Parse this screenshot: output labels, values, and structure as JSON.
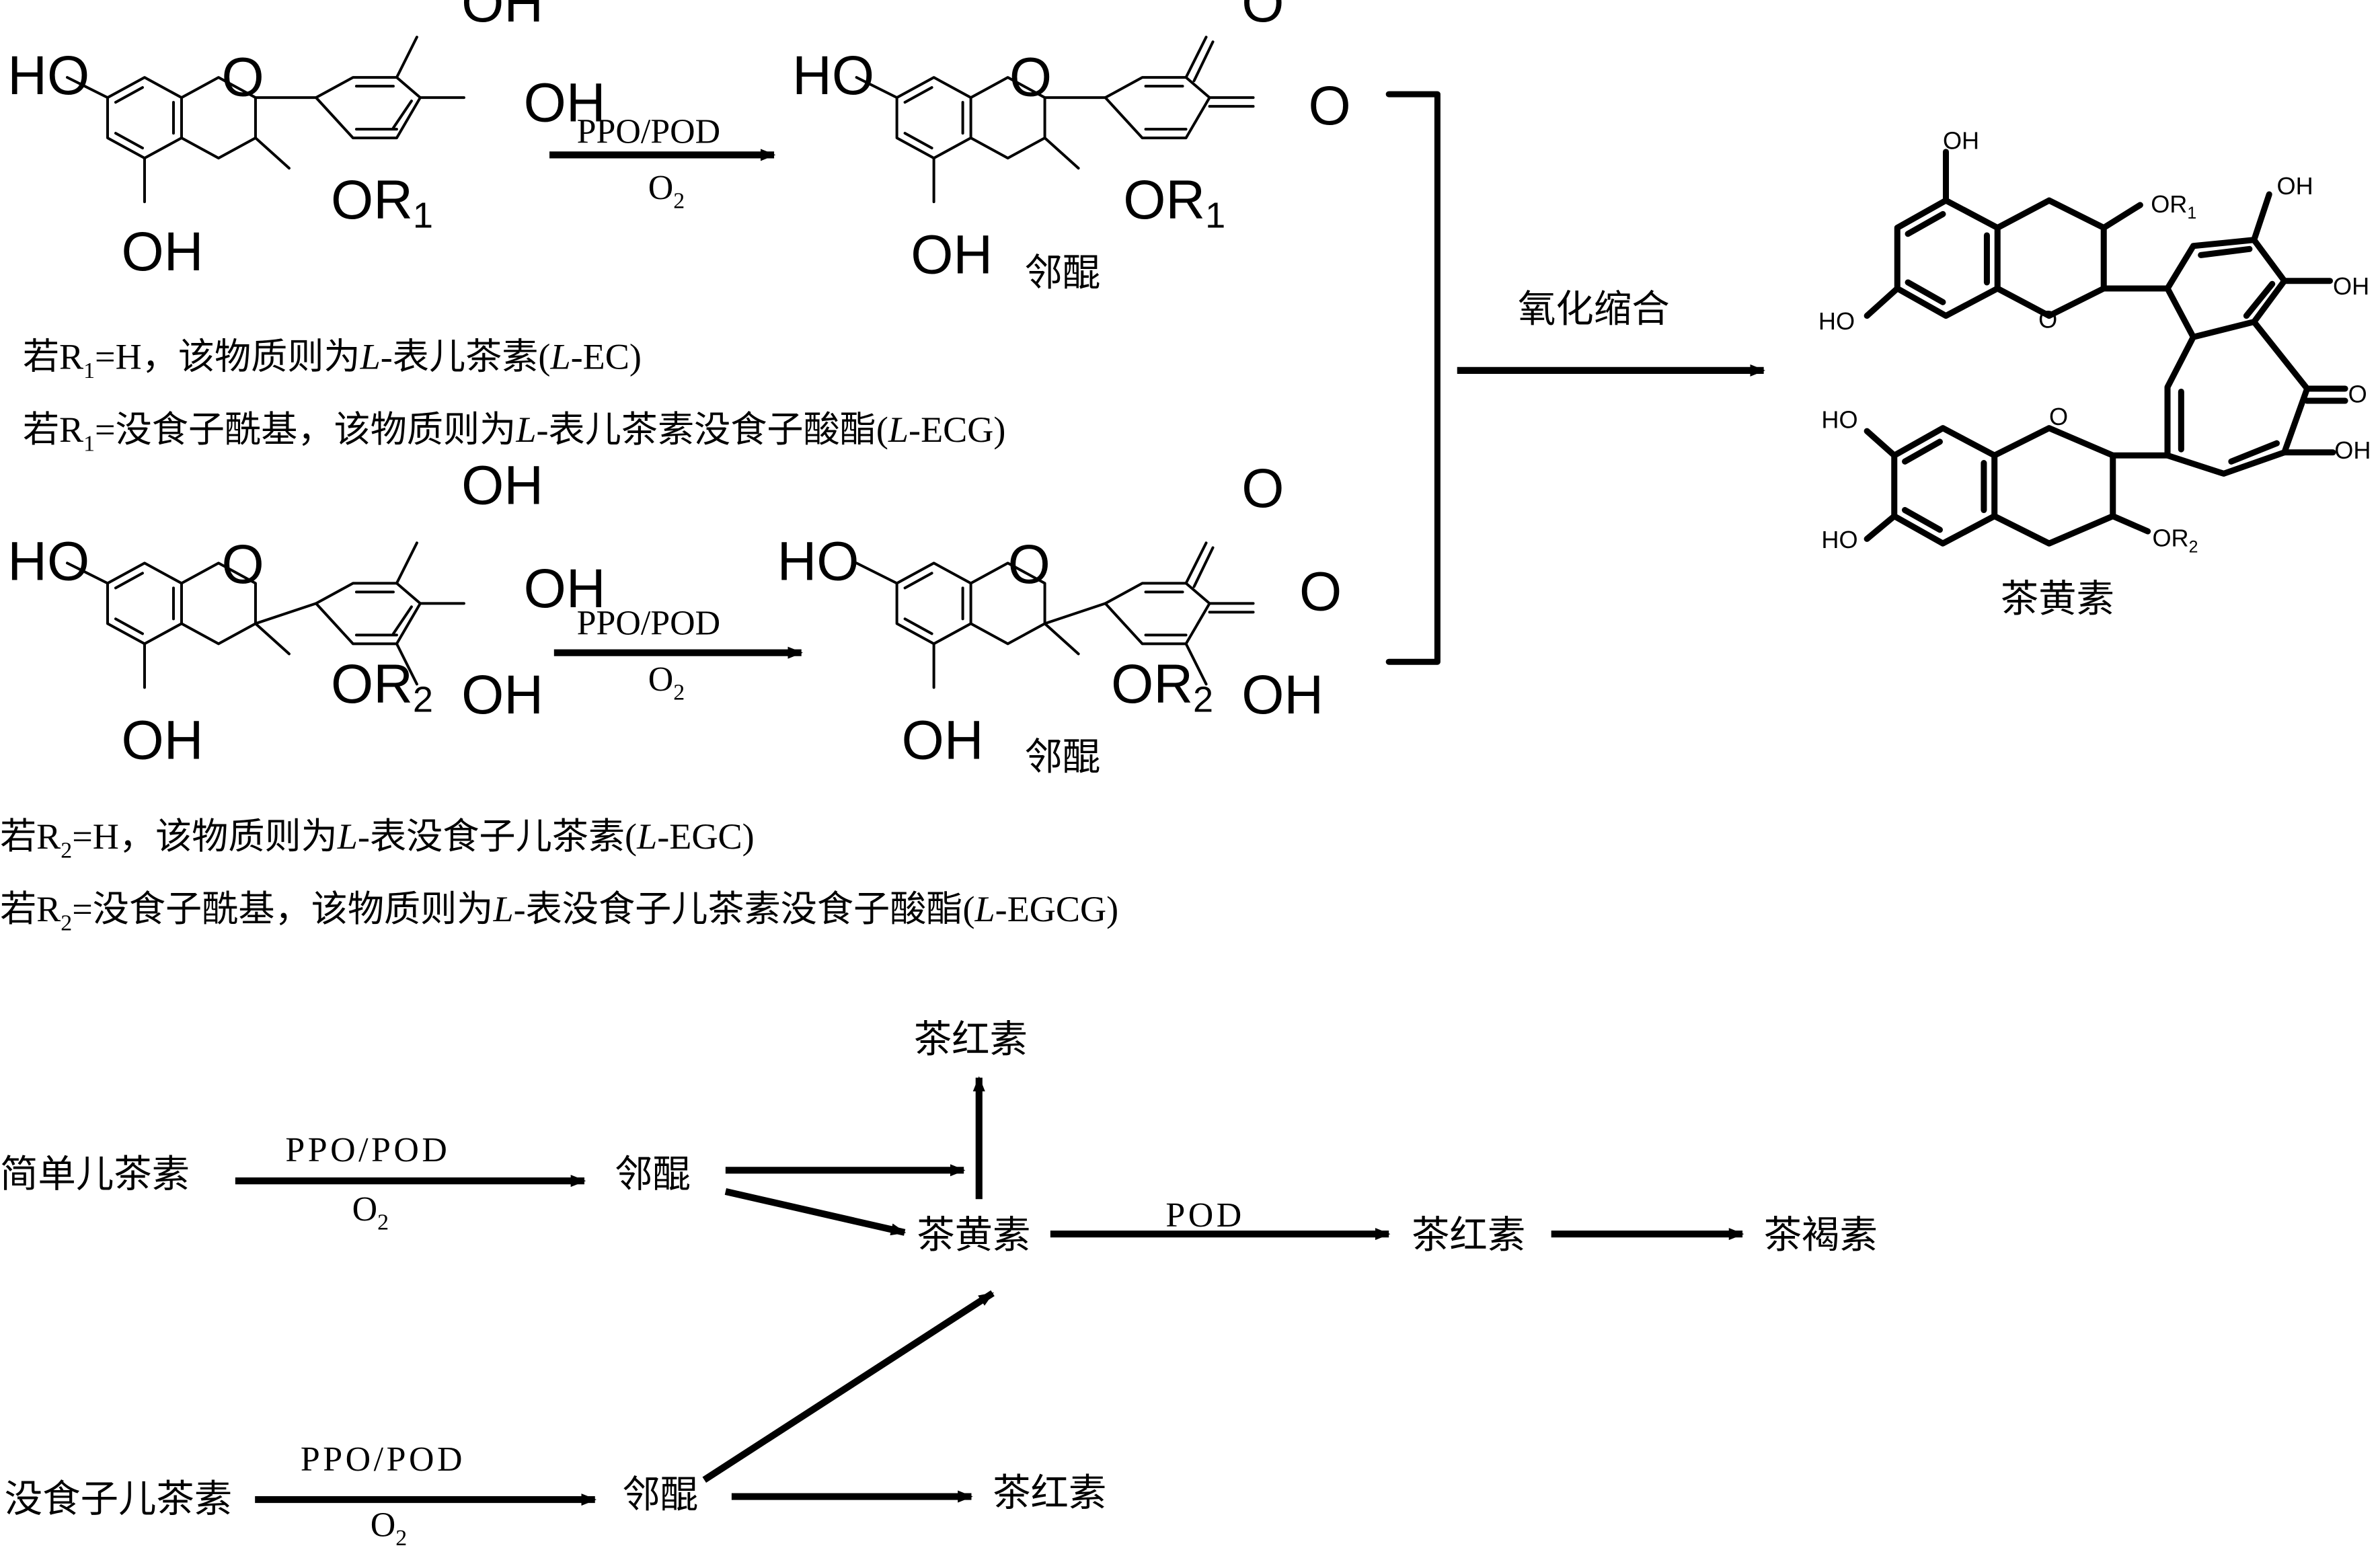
{
  "labels": {
    "oh": "OH",
    "ho": "HO",
    "o_ring": "O",
    "o_keto": "O",
    "or": "OR",
    "r1_sub": "1",
    "r2_sub": "2",
    "o2_main": "O",
    "o2_sub": "2"
  },
  "reactions": {
    "top_reagent": "PPO/POD",
    "mid_reagent": "PPO/POD",
    "product_ec": "邻醌",
    "product_egc": "邻醌",
    "condense": "氧化缩合",
    "theaflavin": "茶黄素"
  },
  "notes": {
    "n1_a": "若R",
    "n1_sub": "1",
    "n1_b": "=H，该物质则为",
    "n1_L1": "L",
    "n1_c": "-表儿茶素(",
    "n1_L2": "L",
    "n1_d": "-EC)",
    "n2_a": "若R",
    "n2_sub": "1",
    "n2_b": "=没食子酰基，该物质则为",
    "n2_L1": "L",
    "n2_c": "-表儿茶素没食子酸酯(",
    "n2_L2": "L",
    "n2_d": "-ECG)",
    "n3_a": "若R",
    "n3_sub": "2",
    "n3_b": "=H，该物质则为",
    "n3_L1": "L",
    "n3_c": "-表没食子儿茶素(",
    "n3_L2": "L",
    "n3_d": "-EGC)",
    "n4_a": "若R",
    "n4_sub": "2",
    "n4_b": "=没食子酰基，该物质则为",
    "n4_L1": "L",
    "n4_c": "-表没食子儿茶素没食子酸酯(",
    "n4_L2": "L",
    "n4_d": "-EGCG)"
  },
  "pathway": {
    "simple_catechin": "简单儿茶素",
    "gallo_catechin": "没食子儿茶素",
    "reagent1": "PPO/POD",
    "reagent2": "PPO/POD",
    "quinone1": "邻醌",
    "quinone2": "邻醌",
    "thearubigin_top": "茶红素",
    "theaflavin": "茶黄素",
    "pod": "POD",
    "thearubigin_mid": "茶红素",
    "theabrownin": "茶褐素",
    "thearubigin_bottom": "茶红素"
  }
}
